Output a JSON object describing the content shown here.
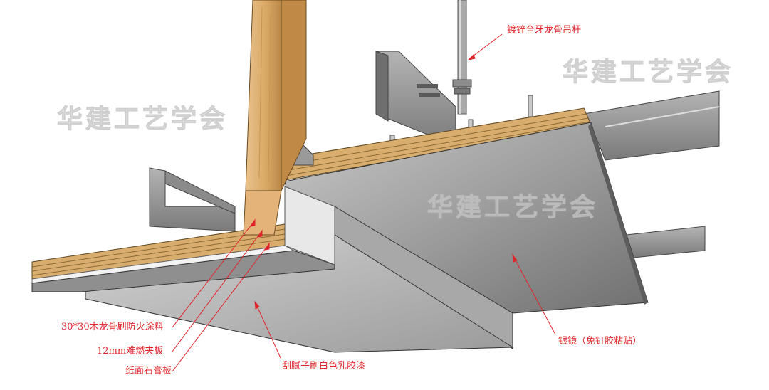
{
  "labels": {
    "rod": "镀锌全牙龙骨吊杆",
    "wood_keel": "30*30木龙骨刷防火涂料",
    "plywood": "12mm难燃夹板",
    "gypsum": "纸面石膏板",
    "paint": "刮腻子刷白色乳胶漆",
    "mirror": "银镜（免钉胶粘贴）"
  },
  "watermark": "华建工艺学会",
  "colors": {
    "annotation": "#e0242b",
    "wood": "#d9a867",
    "steel": "#9a9a9a",
    "mirror": "#8f8f8f"
  }
}
